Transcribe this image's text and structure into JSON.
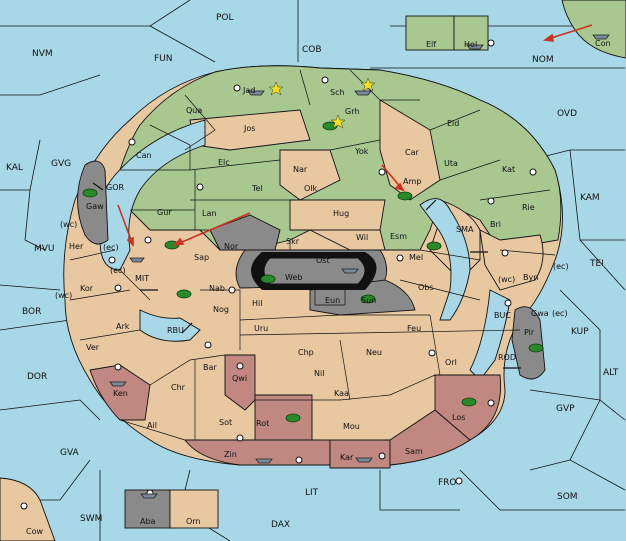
{
  "colors": {
    "sea": "#a8d8e8",
    "neutral": "#e8c8a0",
    "green": "#a8c890",
    "gray": "#8a8a8a",
    "red": "#c08880",
    "arrow": "#d03020"
  },
  "sea_regions": [
    "POL",
    "NVM",
    "FUN",
    "COB",
    "NOM",
    "OVD",
    "KAL",
    "GVG",
    "KAM",
    "MVU",
    "TEI",
    "BOR",
    "KUP",
    "ALT",
    "DOR",
    "GVP",
    "GVA",
    "FRO",
    "SOM",
    "SWM",
    "LIT",
    "DAX"
  ],
  "land_regions": [
    "Elf",
    "Hel",
    "Con",
    "Jad",
    "Sch",
    "Qua",
    "Jos",
    "Grh",
    "Eld",
    "Can",
    "Yok",
    "Car",
    "Elc",
    "Nar",
    "Uta",
    "Kat",
    "Tel",
    "Olk",
    "Amp",
    "GOR",
    "Gur",
    "Lan",
    "Hug",
    "Bri",
    "Rie",
    "Gaw",
    "Wil",
    "Esm",
    "SMA",
    "Nor",
    "Skr",
    "Ost",
    "Her",
    "Sap",
    "Web",
    "Mel",
    "Byn",
    "MIT",
    "Kor",
    "Nab",
    "Eun",
    "Sun",
    "Obs",
    "Gwa",
    "Hil",
    "Ark",
    "RBU",
    "Nog",
    "Uru",
    "Feu",
    "BUC",
    "Pir",
    "Ver",
    "Chp",
    "Neu",
    "Orl",
    "ROD",
    "Bar",
    "Nil",
    "Qwi",
    "Ken",
    "Chr",
    "Kaa",
    "Los",
    "Ail",
    "Sot",
    "Rot",
    "Mou",
    "Zin",
    "Kar",
    "Sam",
    "Aba",
    "Orn",
    "Cow"
  ],
  "coast_tags": [
    "(wc)",
    "(ec)",
    "(ec)",
    "(wc)",
    "(wc)",
    "(ec)",
    "(ec)"
  ]
}
